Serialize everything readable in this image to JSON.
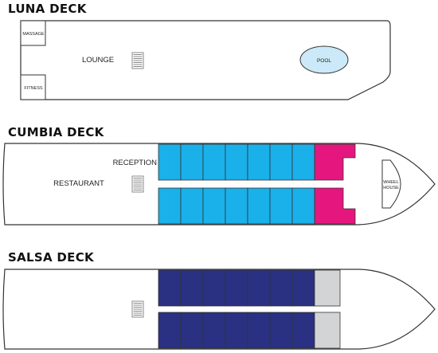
{
  "luna": {
    "title": "LUNA DECK",
    "massage": "MASSAGE",
    "fitness": "FITNESS",
    "lounge": "LOUNGE",
    "pool": "POOL"
  },
  "cumbia": {
    "title": "CUMBIA DECK",
    "reception": "RECEPTION",
    "restaurant": "RESTAURANT",
    "wheelhouse_line1": "WHEEL",
    "wheelhouse_line2": "HOUSE",
    "cabins_per_row": 7,
    "suites_per_row": 1
  },
  "salsa": {
    "title": "SALSA DECK",
    "cabins_per_row": 7,
    "utility_per_row": 1
  },
  "colors": {
    "outline": "#333333",
    "cumbia_cabin": "#1ab0ea",
    "cumbia_suite": "#e5177e",
    "salsa_cabin": "#2a3182",
    "salsa_utility": "#d3d4d5",
    "pool": "#cbe9f8",
    "stairs": "#888888"
  }
}
